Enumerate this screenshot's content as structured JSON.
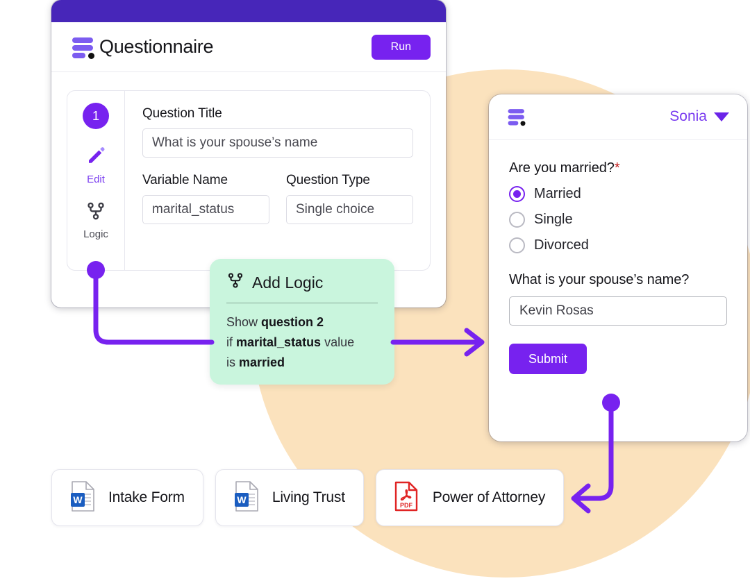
{
  "theme": {
    "purple": "#7722ef",
    "purple_dark": "#4726b9",
    "purple_light": "#7c5cf0",
    "green_card": "#c9f5dd",
    "orange_circle": "#fbe2bd",
    "required_red": "#c41b1b"
  },
  "builder": {
    "brand_title": "Questionnaire",
    "logo_icon": "list-bars-logo-icon",
    "run_label": "Run",
    "question": {
      "number": "1",
      "rail": [
        {
          "icon": "pencil-icon",
          "label": "Edit"
        },
        {
          "icon": "git-branch-icon",
          "label": "Logic"
        }
      ],
      "title_label": "Question Title",
      "title_value": "What is your spouse’s name",
      "variable_label": "Variable Name",
      "variable_value": "marital_status",
      "type_label": "Question Type",
      "type_value": "Single choice"
    }
  },
  "logic_callout": {
    "icon": "git-branch-icon",
    "heading": "Add Logic",
    "line1_prefix": "Show ",
    "line1_bold": "question 2",
    "line2_prefix": "if ",
    "line2_bold": "marital_status",
    "line2_suffix": " value",
    "line3_prefix": "is ",
    "line3_bold": "married"
  },
  "form_panel": {
    "logo_icon": "list-bars-logo-icon",
    "user_name": "Sonia",
    "user_caret_icon": "caret-down-icon",
    "question1": {
      "label": "Are you married?",
      "required_mark": "*",
      "options": [
        {
          "label": "Married",
          "selected": true
        },
        {
          "label": "Single",
          "selected": false
        },
        {
          "label": "Divorced",
          "selected": false
        }
      ]
    },
    "question2": {
      "label": "What is your spouse’s name?",
      "value": "Kevin Rosas"
    },
    "submit_label": "Submit"
  },
  "documents": [
    {
      "name": "Intake Form",
      "icon": "word-document-icon",
      "badge": "W"
    },
    {
      "name": "Living Trust",
      "icon": "word-document-icon",
      "badge": "W"
    },
    {
      "name": "Power of Attorney",
      "icon": "pdf-document-icon",
      "badge": "PDF"
    }
  ]
}
